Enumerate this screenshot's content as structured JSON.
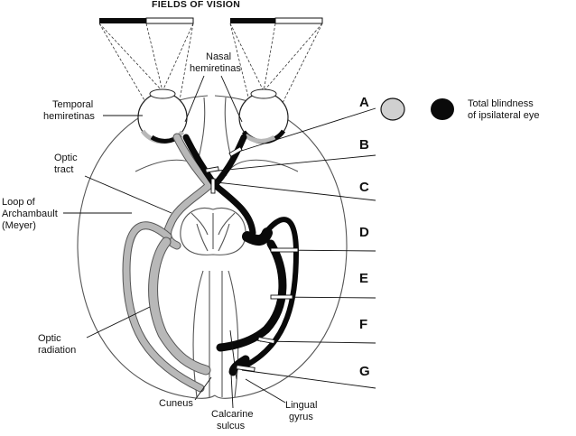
{
  "title": "FIELDS OF VISION",
  "labels": {
    "nasal": [
      "Nasal",
      "hemiretinas"
    ],
    "temporal": [
      "Temporal",
      "hemiretinas"
    ],
    "optic_tract": [
      "Optic",
      "tract"
    ],
    "loop": [
      "Loop of",
      "Archambault",
      "(Meyer)"
    ],
    "optic_radiation": [
      "Optic",
      "radiation"
    ],
    "cuneus": "Cuneus",
    "calcarine": [
      "Calcarine",
      "sulcus"
    ],
    "lingual": [
      "Lingual",
      "gyrus"
    ]
  },
  "lesions": [
    "A",
    "B",
    "C",
    "D",
    "E",
    "F",
    "G"
  ],
  "legend": {
    "text": [
      "Total blindness",
      "of ipsilateral eye"
    ],
    "colors": {
      "normal": "#d0d0d0",
      "blind": "#0a0a0a"
    }
  },
  "colors": {
    "left_pathway": "#b8b8b8",
    "right_pathway": "#0a0a0a"
  }
}
